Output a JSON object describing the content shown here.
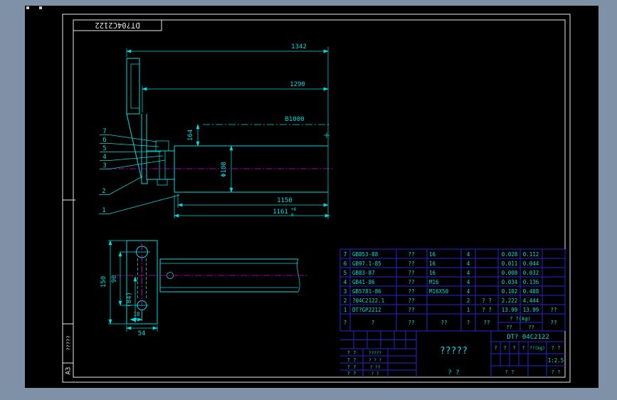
{
  "colors": {
    "desktop_background": "#7e91a6",
    "canvas_background": "#000000",
    "frame_lines": "#e8e8e8",
    "geometry": "#00dcdc",
    "table_lines": "#2626d2",
    "centerlines": "#dd00dd"
  },
  "frame": {
    "top_label": "DT?04C2122",
    "side_code": "?????",
    "sheet_size": "A3"
  },
  "dims": {
    "len_1342": "1342",
    "len_1290": "1290",
    "ref_b1000": "B1000",
    "h_164": "164",
    "dia_108": "Φ108",
    "len_1150": "1150",
    "len_1161": "1161",
    "tol_up": "+6",
    "tol_dn": "0",
    "h_150": "150",
    "h_90": "90",
    "h_84": "(84)",
    "w_18": "18",
    "w_54": "54"
  },
  "balloons": {
    "b7": "7",
    "b6": "6",
    "b5": "5",
    "b4": "4",
    "b3": "3",
    "b2": "2",
    "b1": "1"
  },
  "bom": {
    "header": {
      "no": "?",
      "code": "?",
      "name": "??",
      "spec": "??",
      "qty": "?",
      "material": "??",
      "weight": "? ?(kg)",
      "unit": "??",
      "total": "??",
      "remark": "??"
    },
    "rows": [
      {
        "no": "7",
        "code": "GB853-88",
        "name": "??",
        "spec": "16",
        "qty": "4",
        "material": "",
        "unit": "0.028",
        "total": "0.112",
        "remark": ""
      },
      {
        "no": "6",
        "code": "GB97.1-85",
        "name": "??",
        "spec": "16",
        "qty": "4",
        "material": "",
        "unit": "0.011",
        "total": "0.044",
        "remark": ""
      },
      {
        "no": "5",
        "code": "GB83-87",
        "name": "??",
        "spec": "16",
        "qty": "4",
        "material": "",
        "unit": "0.008",
        "total": "0.032",
        "remark": ""
      },
      {
        "no": "4",
        "code": "GB41-86",
        "name": "??",
        "spec": "M16",
        "qty": "4",
        "material": "",
        "unit": "0.034",
        "total": "0.136",
        "remark": ""
      },
      {
        "no": "3",
        "code": "GB5781-86",
        "name": "??",
        "spec": "M16X50",
        "qty": "4",
        "material": "",
        "unit": "0.102",
        "total": "0.408",
        "remark": ""
      },
      {
        "no": "2",
        "code": "?04C2122.1",
        "name": "??",
        "spec": "",
        "qty": "2",
        "material": "? ?",
        "unit": "2.222",
        "total": "4.444",
        "remark": ""
      },
      {
        "no": "1",
        "code": "DT?GP2212",
        "name": "??",
        "spec": "",
        "qty": "1",
        "material": "? ?",
        "unit": "13.99",
        "total": "13.99",
        "remark": "??"
      }
    ]
  },
  "title_block": {
    "drawing_no": "DT? 04C2122",
    "title": "?????",
    "subtitle": "? ?",
    "stage_marks": [
      "?",
      "?",
      "?",
      "?"
    ],
    "weight_label": "??(kg)",
    "scale_label": "? ?",
    "scale_value": "1:2.5",
    "sheet_total": "? ?",
    "sheet_no": "? ?",
    "sign_rows": [
      {
        "label": "? ?",
        "value": "?????"
      },
      {
        "label": "? ?",
        "value": "? ? ?"
      },
      {
        "label": "? ?",
        "value": "? ??"
      },
      {
        "label": "? ?",
        "value": "? ?"
      }
    ]
  }
}
